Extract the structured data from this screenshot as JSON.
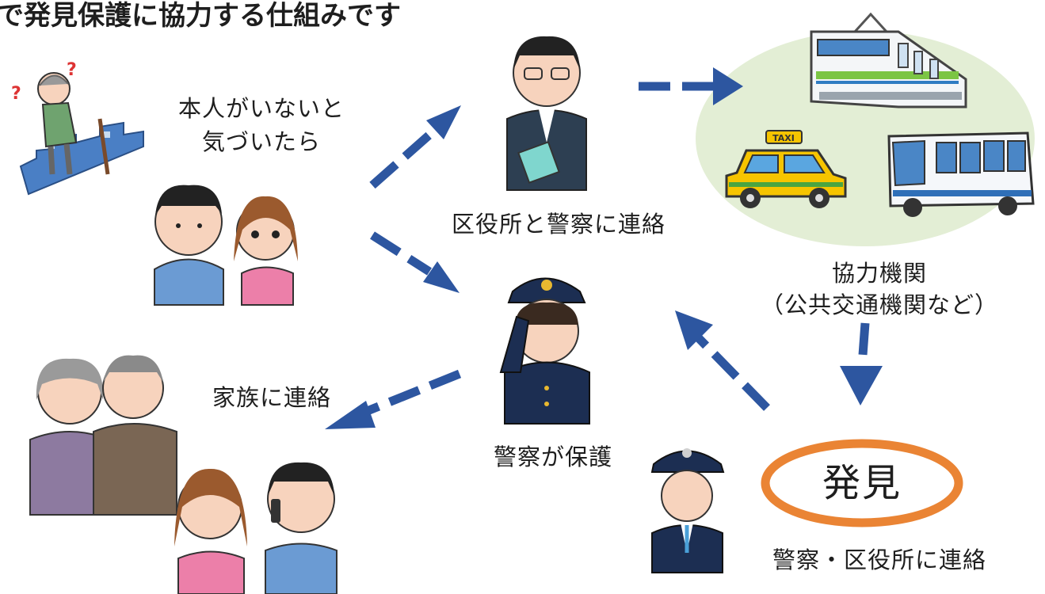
{
  "title": "で発見保護に協力する仕組みです",
  "labels": {
    "notice_line1": "本人がいないと",
    "notice_line2": "気づいたら",
    "contact_ward_police": "区役所と警察に連絡",
    "partners_line1": "協力機関",
    "partners_line2": "（公共交通機関など）",
    "contact_family": "家族に連絡",
    "police_protect": "警察が保護",
    "found": "発見",
    "contact_police_ward": "警察・区役所に連絡",
    "taxi_sign": "TAXI"
  },
  "colors": {
    "arrow": "#2d56a0",
    "found_ring": "#ea8434",
    "partners_bg": "#e3eed5"
  }
}
